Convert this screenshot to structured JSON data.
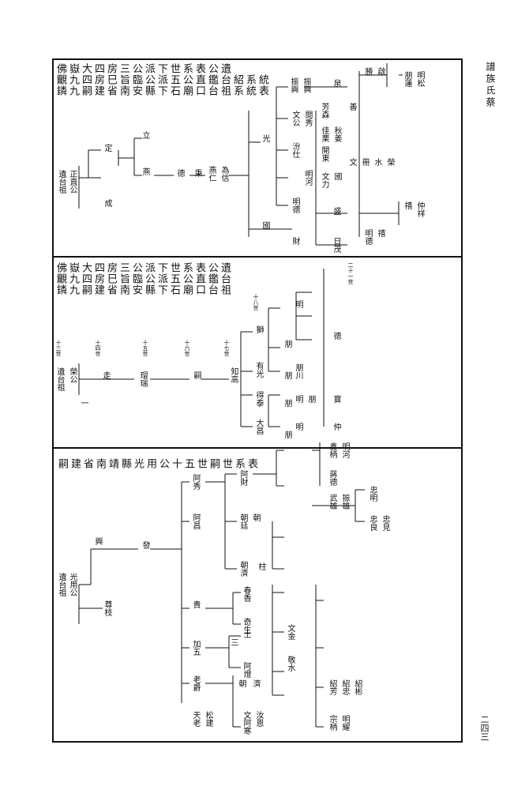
{
  "page": {
    "running_title": "譜族氏蔡",
    "page_number": "二四三"
  },
  "panel_top": {
    "heading_lines": [
      "佛覼鏻",
      "嶽九九",
      "大四嗣",
      "四房建",
      "房巳省",
      "三旨南",
      "公臨安",
      "派公縣",
      "下派下",
      "世五石",
      "系公廟",
      "表直口",
      "公鑑台",
      "遺台祖",
      "　紹系",
      "　系統",
      "　統表"
    ],
    "nodes": [
      "遺台祖",
      "正直公",
      "定",
      "立",
      "成",
      "燕",
      "德",
      "秉",
      "燕仁",
      "為信",
      "振興",
      "振興",
      "泉",
      "光",
      "國",
      "文公",
      "閱秀",
      "汾仕",
      "財",
      "日茂",
      "盛",
      "芳森",
      "佳栗",
      "秋姜",
      "開東",
      "文力",
      "明河",
      "明德",
      "國",
      "善",
      "文",
      "冊",
      "水",
      "榮",
      "勝",
      "啟",
      "朋蓮",
      "明松",
      "明德",
      "禧",
      "禧",
      "仲祥"
    ]
  },
  "panel_middle": {
    "heading_lines": [
      "佛覼鏻",
      "嶽九九",
      "大四嗣",
      "四房建",
      "房巳省",
      "三旨南",
      "公臨安",
      "派公縣",
      "下派下",
      "世五石",
      "系公廟",
      "表直口",
      "公鑑台",
      "遺台祖"
    ],
    "generation_labels": [
      "十三世",
      "十四世",
      "十五世",
      "十六世",
      "十七世",
      "十八世",
      "二十一世"
    ],
    "nodes": [
      "遺台祖",
      "榮公",
      "一",
      "走",
      "瑁瑞",
      "嗣",
      "知高",
      "有光",
      "朋川",
      "得泰",
      "大昌",
      "獅",
      "朋",
      "明",
      "明",
      "明",
      "朋",
      "德",
      "寶",
      "仲",
      "朋",
      "朋",
      "朋"
    ]
  },
  "panel_bottom": {
    "heading_lines": [
      "嗣",
      "建",
      "省",
      "南",
      "靖",
      "縣",
      "光",
      "用",
      "公",
      "十",
      "五",
      "世",
      "嗣",
      "世",
      "系",
      "表"
    ],
    "nodes": [
      "遺台祖",
      "光用公",
      "興",
      "發",
      "尊枝",
      "阿秀",
      "阿財",
      "阿昌",
      "朝廷",
      "朝",
      "朝濟",
      "柱",
      "貴",
      "春香",
      "奇生",
      "加五",
      "三",
      "土",
      "文金",
      "敬水",
      "阿燈",
      "朝",
      "濟",
      "老爵",
      "天老",
      "松建",
      "文阿寒",
      "汝恩",
      "忠明",
      "忠良",
      "忠見",
      "蔣德",
      "武雄",
      "振雄",
      "鑫柄",
      "明河",
      "紹芳",
      "紹忠",
      "紹彬",
      "宗柄",
      "明耀"
    ]
  }
}
